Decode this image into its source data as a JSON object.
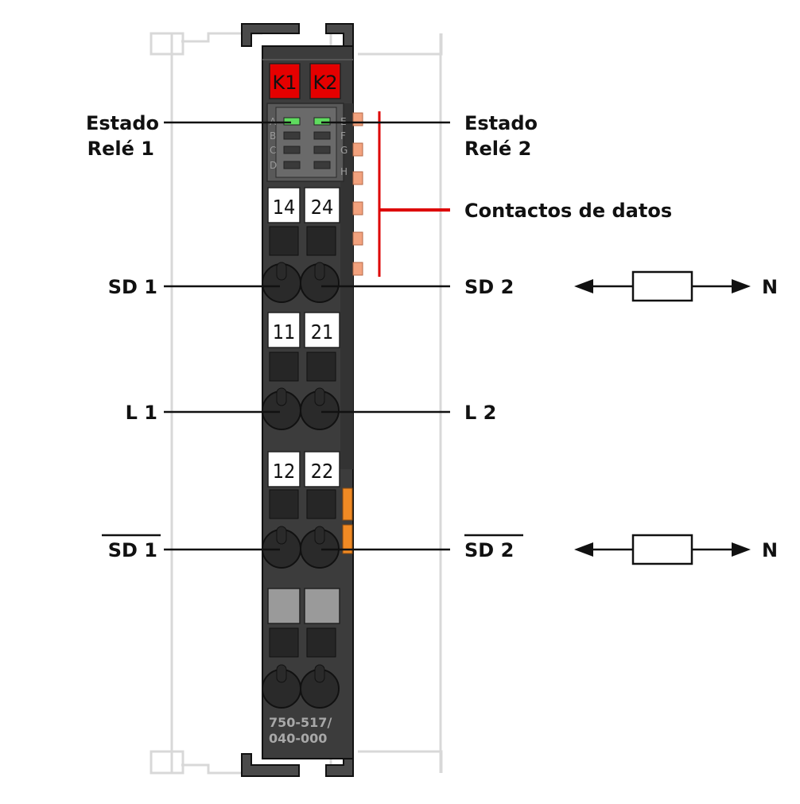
{
  "module": {
    "part_number_line1": "750-517/",
    "part_number_line2": "040-000",
    "relay_labels": [
      "K1",
      "K2"
    ],
    "led_letters_left": [
      "A",
      "B",
      "C",
      "D"
    ],
    "led_letters_right": [
      "E",
      "F",
      "G",
      "H"
    ],
    "terminal_numbers": [
      [
        "14",
        "24"
      ],
      [
        "11",
        "21"
      ],
      [
        "12",
        "22"
      ]
    ]
  },
  "labels": {
    "estado_rele1_line1": "Estado",
    "estado_rele1_line2": "Relé 1",
    "estado_rele2_line1": "Estado",
    "estado_rele2_line2": "Relé 2",
    "contactos": "Contactos de datos",
    "sd1": "SD 1",
    "sd2": "SD 2",
    "l1": "L 1",
    "l2": "L 2",
    "sd1_inv": "SD 1",
    "sd2_inv": "SD 2",
    "n_top": "N",
    "n_bottom": "N"
  },
  "colors": {
    "housing": "#3c3c3c",
    "relay_label": "#e50000",
    "led_green": "#5fdc5f",
    "data_contact": "#f2a27e",
    "contacts_bracket": "#dd0000",
    "orange_strip": "#f08a24",
    "rail": "#d8d8d8"
  }
}
